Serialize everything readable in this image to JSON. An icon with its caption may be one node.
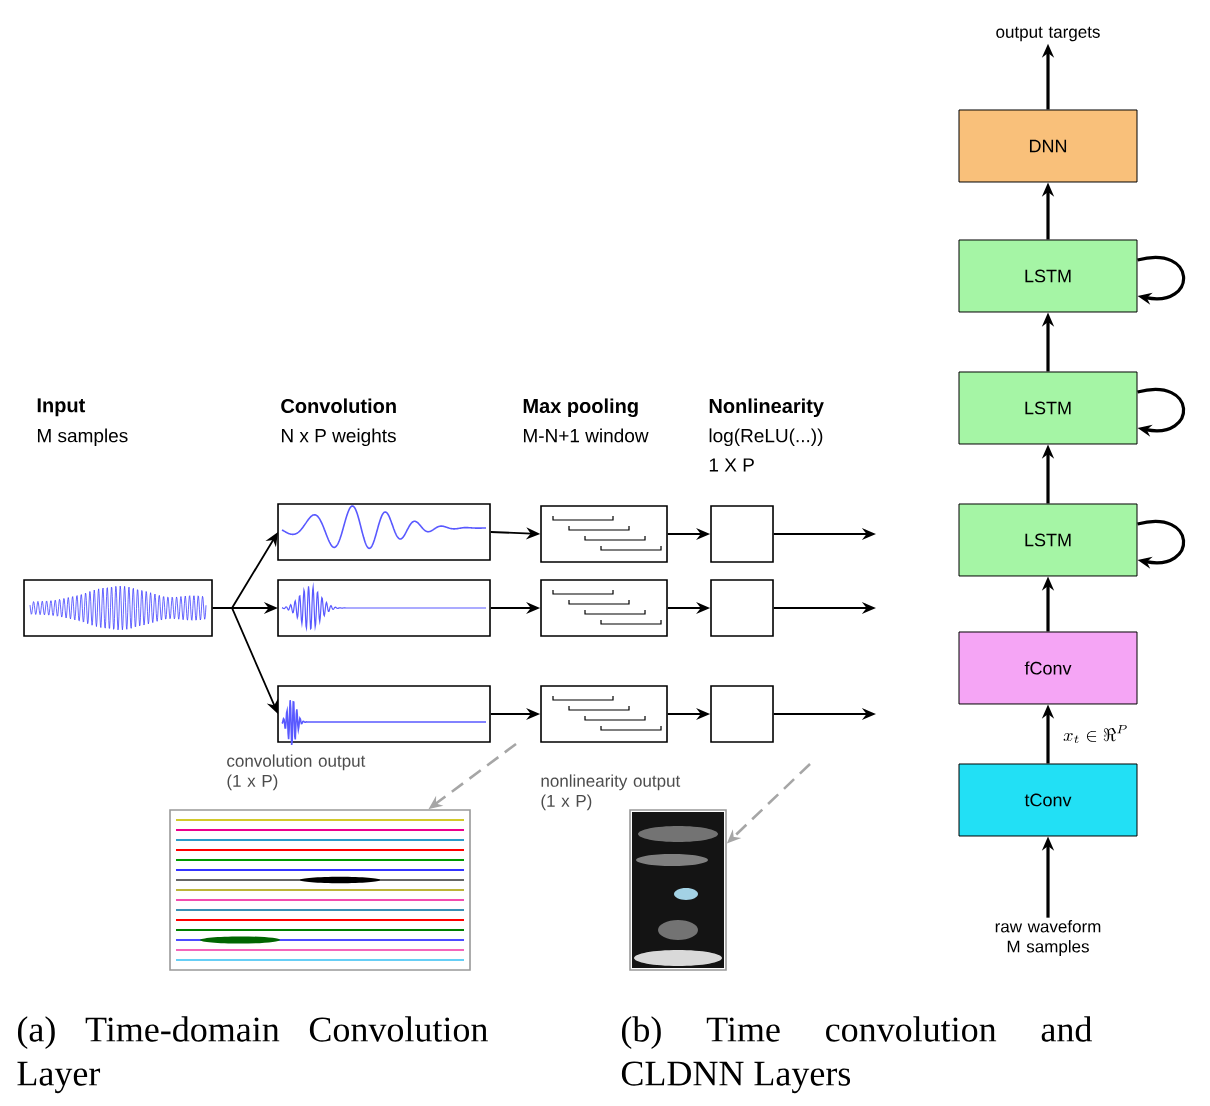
{
  "diagram": {
    "nodes": [
      {
        "text": [],
        "shape": "picture"
      },
      {
        "text": [],
        "shape": "picture"
      },
      {
        "text": [],
        "shape": "picture"
      },
      {
        "text": [],
        "shape": "picture"
      },
      {
        "text": [],
        "shape": "picture"
      },
      {
        "text": [],
        "shape": "picture"
      },
      {
        "text": [],
        "shape": "picture"
      },
      {
        "text": [],
        "shape": "box"
      },
      {
        "text": [],
        "shape": "box"
      },
      {
        "text": [],
        "shape": "box"
      },
      {
        "text": [],
        "shape": "picture",
        "beside": [
          "convolution output (1 x P)"
        ]
      },
      {
        "text": [],
        "shape": "picture",
        "beside": [
          "nonlinearity output (1 x P)"
        ]
      },
      {
        "text": [
          "raw waveform M samples"
        ]
      },
      {
        "text": [
          "tConv"
        ]
      },
      {
        "text": [
          "fConv"
        ]
      },
      {
        "text": [
          "LSTM"
        ]
      },
      {
        "text": [
          "LSTM"
        ]
      },
      {
        "text": [
          "LSTM"
        ]
      },
      {
        "text": [
          "DNN"
        ]
      },
      {
        "text": [
          "output targets"
        ]
      }
    ],
    "edges": [
      {
        "from": 0,
        "to": 1,
        "arrow": "to"
      },
      {
        "from": 0,
        "to": 2,
        "arrow": "to"
      },
      {
        "from": 0,
        "to": 3,
        "arrow": "to"
      },
      {
        "from": 1,
        "to": 4,
        "arrow": "to"
      },
      {
        "from": 2,
        "to": 5,
        "arrow": "to"
      },
      {
        "from": 3,
        "to": 6,
        "arrow": "to"
      },
      {
        "from": 4,
        "to": 7,
        "arrow": "to"
      },
      {
        "from": 5,
        "to": 8,
        "arrow": "to"
      },
      {
        "from": 6,
        "to": 9,
        "arrow": "to"
      },
      {
        "from": 7,
        "to": null,
        "arrow": "to"
      },
      {
        "from": 8,
        "to": null,
        "arrow": "to"
      },
      {
        "from": 9,
        "to": null,
        "arrow": "to"
      },
      {
        "from": null,
        "to": 10,
        "arrow": "to",
        "style": "dashed",
        "color": "#a6a6a6"
      },
      {
        "from": null,
        "to": 11,
        "arrow": "to",
        "style": "dashed",
        "color": "#a6a6a6"
      },
      {
        "from": 12,
        "to": 13,
        "arrow": "to"
      },
      {
        "from": 13,
        "to": 14,
        "arrow": "to",
        "label": "x_t \\in \\Re^P"
      },
      {
        "from": 14,
        "to": 15,
        "arrow": "to"
      },
      {
        "from": 15,
        "to": 16,
        "arrow": "to"
      },
      {
        "from": 16,
        "to": 17,
        "arrow": "to"
      },
      {
        "from": 17,
        "to": 18,
        "arrow": "to"
      },
      {
        "from": 18,
        "to": 19,
        "arrow": "to"
      },
      {
        "from": 15,
        "to": 15,
        "arrow": "to"
      },
      {
        "from": 16,
        "to": 16,
        "arrow": "to"
      },
      {
        "from": 17,
        "to": 17,
        "arrow": "to"
      }
    ],
    "labels": [
      "Input",
      "M samples",
      "Convolution",
      "N x P weights",
      "Max pooling",
      "M-N+1 window",
      "Nonlinearity",
      "log(ReLU(...))",
      "1 X P",
      "(a) Time-domain Convolution Layer",
      "(b) Time convolution and CLDNN Layers"
    ]
  }
}
